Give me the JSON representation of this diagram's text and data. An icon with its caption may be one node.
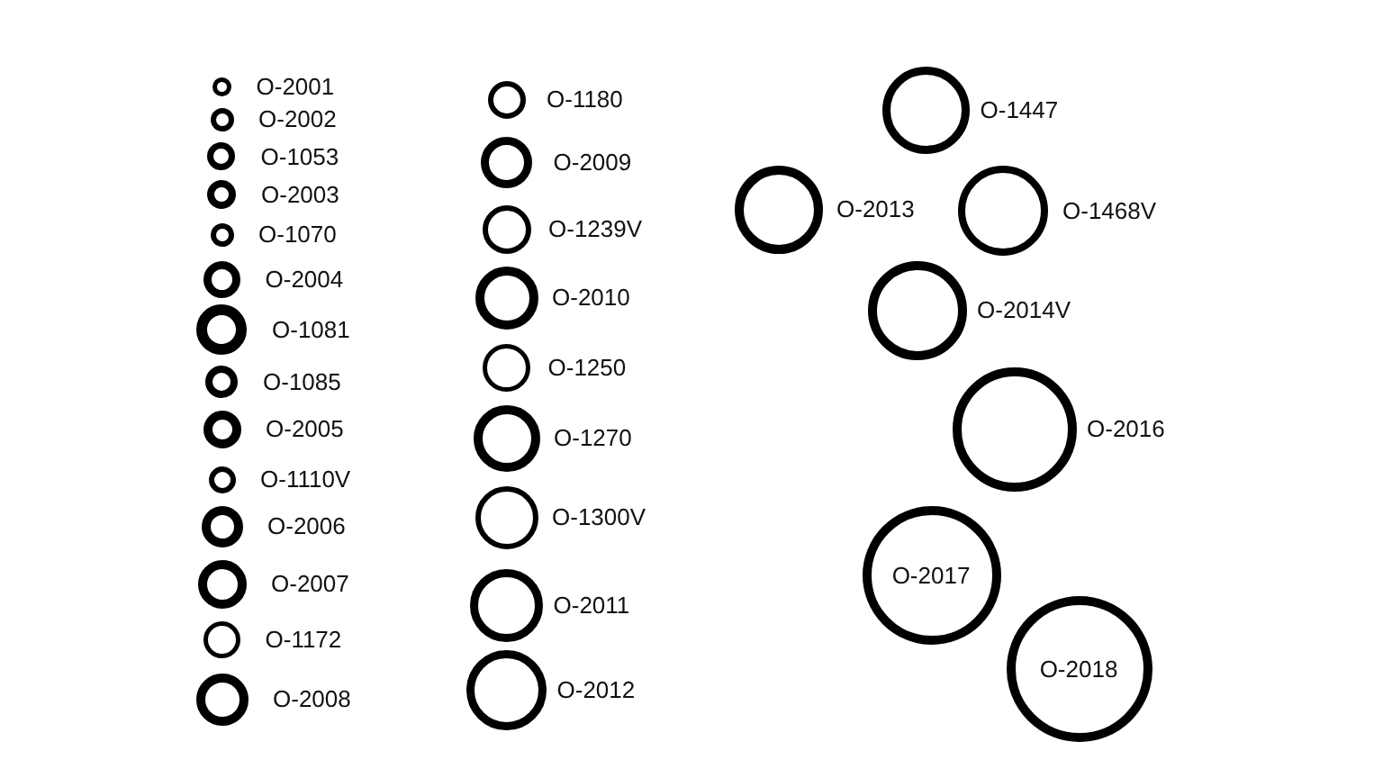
{
  "diagram": {
    "nodes": [
      {
        "text": [],
        "shape": "circle",
        "beside": [
          "O-2001"
        ]
      },
      {
        "text": [],
        "shape": "circle",
        "beside": [
          "O-2002"
        ]
      },
      {
        "text": [],
        "shape": "circle",
        "beside": [
          "O-1053"
        ]
      },
      {
        "text": [],
        "shape": "circle",
        "beside": [
          "O-2003"
        ]
      },
      {
        "text": [],
        "shape": "circle",
        "beside": [
          "O-1070"
        ]
      },
      {
        "text": [],
        "shape": "circle",
        "beside": [
          "O-2004"
        ]
      },
      {
        "text": [],
        "shape": "circle",
        "beside": [
          "O-1081"
        ]
      },
      {
        "text": [],
        "shape": "circle",
        "beside": [
          "O-1085"
        ]
      },
      {
        "text": [],
        "shape": "circle",
        "beside": [
          "O-2005"
        ]
      },
      {
        "text": [],
        "shape": "circle",
        "beside": [
          "O-1110V"
        ]
      },
      {
        "text": [],
        "shape": "circle",
        "beside": [
          "O-2006"
        ]
      },
      {
        "text": [],
        "shape": "circle",
        "beside": [
          "O-2007"
        ]
      },
      {
        "text": [],
        "shape": "circle",
        "beside": [
          "O-1172"
        ]
      },
      {
        "text": [],
        "shape": "circle",
        "beside": [
          "O-2008"
        ]
      },
      {
        "text": [],
        "shape": "circle",
        "beside": [
          "O-1180"
        ]
      },
      {
        "text": [],
        "shape": "circle",
        "beside": [
          "O-2009"
        ]
      },
      {
        "text": [],
        "shape": "circle",
        "beside": [
          "O-1239V"
        ]
      },
      {
        "text": [],
        "shape": "circle",
        "beside": [
          "O-2010"
        ]
      },
      {
        "text": [],
        "shape": "circle",
        "beside": [
          "O-1250"
        ]
      },
      {
        "text": [],
        "shape": "circle",
        "beside": [
          "O-1270"
        ]
      },
      {
        "text": [],
        "shape": "circle",
        "beside": [
          "O-1300V"
        ]
      },
      {
        "text": [],
        "shape": "circle",
        "beside": [
          "O-2011"
        ]
      },
      {
        "text": [],
        "shape": "circle",
        "beside": [
          "O-2012"
        ]
      },
      {
        "text": [],
        "shape": "circle",
        "beside": [
          "O-1447"
        ]
      },
      {
        "text": [],
        "shape": "circle",
        "beside": [
          "O-2013"
        ]
      },
      {
        "text": [],
        "shape": "circle",
        "beside": [
          "O-1468V"
        ]
      },
      {
        "text": [],
        "shape": "circle",
        "beside": [
          "O-2014V"
        ]
      },
      {
        "text": [],
        "shape": "circle",
        "beside": [
          "O-2016"
        ]
      },
      {
        "text": [
          "O-2017"
        ]
      },
      {
        "text": [
          "O-2018"
        ]
      }
    ]
  }
}
